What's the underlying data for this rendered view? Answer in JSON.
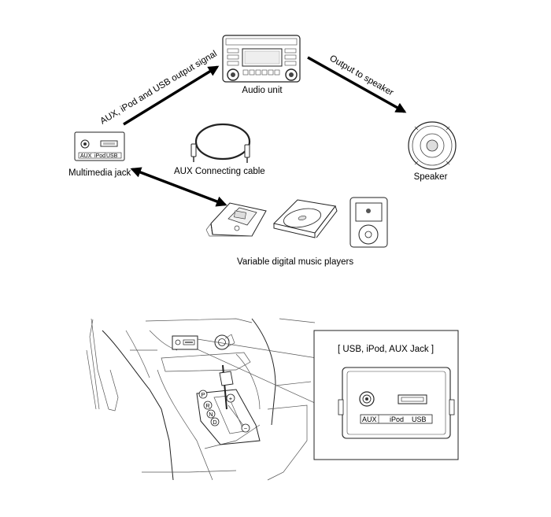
{
  "top_diagram": {
    "audio_unit_label": "Audio unit",
    "speaker_label": "Speaker",
    "multimedia_jack_label": "Multimedia jack",
    "aux_cable_label": "AUX Connecting cable",
    "players_label": "Variable digital music players",
    "arrow_signal_label": "AUX, iPod and USB output signal",
    "arrow_output_label": "Output to speaker",
    "jack_port_labels": [
      "AUX",
      "iPod",
      "USB"
    ]
  },
  "bottom_diagram": {
    "detail_title": "[ USB, iPod, AUX Jack ]",
    "detail_port_labels": [
      "AUX",
      "iPod",
      "USB"
    ],
    "gear_labels": [
      "P",
      "R",
      "N",
      "D",
      "+",
      "−"
    ]
  }
}
